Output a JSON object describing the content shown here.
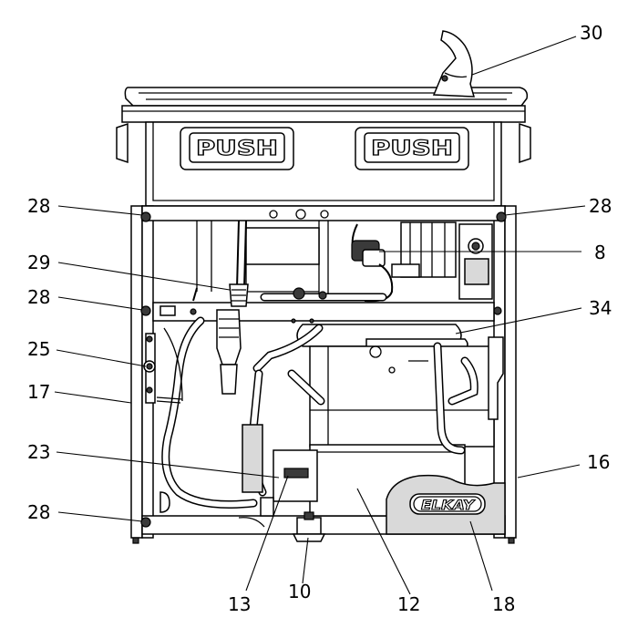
{
  "diagram": {
    "button_labels": [
      "PUSH",
      "PUSH"
    ],
    "brand_label": "ELKAY",
    "callouts": [
      "30",
      "28",
      "28",
      "8",
      "29",
      "28",
      "34",
      "25",
      "17",
      "23",
      "16",
      "28",
      "13",
      "10",
      "12",
      "18"
    ]
  }
}
